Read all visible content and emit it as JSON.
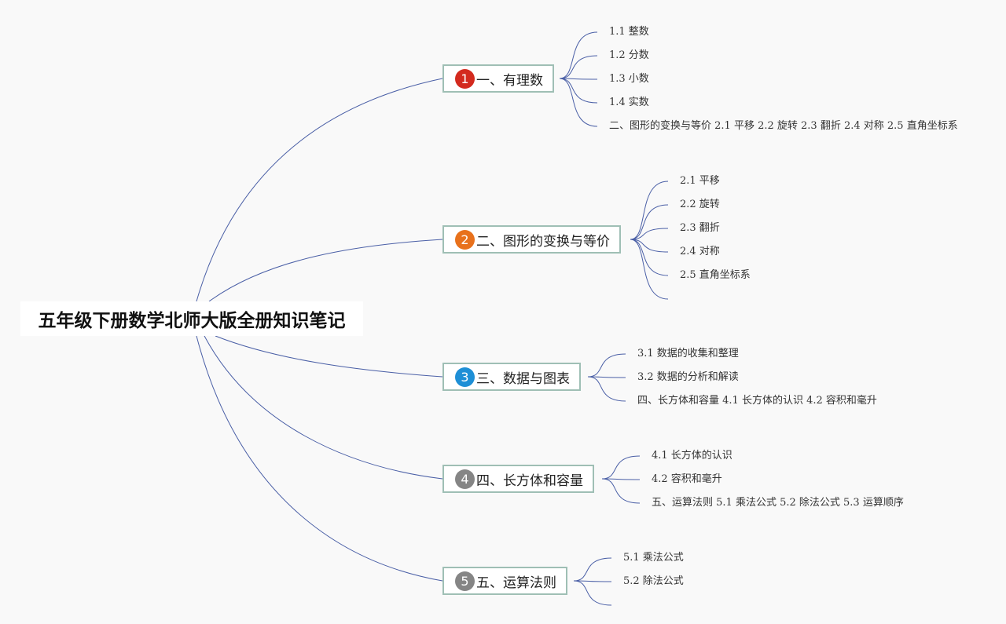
{
  "root": {
    "title": "五年级下册数学北师大版全册知识笔记"
  },
  "colors": {
    "line": "#4a5fa6",
    "branch_border": "#9fbfb5"
  },
  "branches": [
    {
      "num": "1",
      "label": "一、有理数",
      "badge_color": "#d32a1e",
      "leaves": [
        "1.1 整数",
        "1.2 分数",
        "1.3 小数",
        "1.4 实数",
        "二、图形的变换与等价 2.1 平移 2.2 旋转 2.3 翻折 2.4 对称 2.5 直角坐标系"
      ]
    },
    {
      "num": "2",
      "label": "二、图形的变换与等价",
      "badge_color": "#e8711c",
      "leaves": [
        "2.1 平移",
        "2.2 旋转",
        "2.3 翻折",
        "2.4 对称",
        "2.5 直角坐标系",
        ""
      ]
    },
    {
      "num": "3",
      "label": "三、数据与图表",
      "badge_color": "#1e8fd6",
      "leaves": [
        "3.1 数据的收集和整理",
        "3.2 数据的分析和解读",
        "四、长方体和容量 4.1 长方体的认识 4.2 容积和毫升"
      ]
    },
    {
      "num": "4",
      "label": "四、长方体和容量",
      "badge_color": "#858585",
      "leaves": [
        "4.1 长方体的认识",
        "4.2 容积和毫升",
        "五、运算法则 5.1 乘法公式 5.2 除法公式 5.3 运算顺序"
      ]
    },
    {
      "num": "5",
      "label": "五、运算法则",
      "badge_color": "#858585",
      "leaves": [
        "5.1 乘法公式",
        "5.2 除法公式",
        ""
      ]
    }
  ]
}
